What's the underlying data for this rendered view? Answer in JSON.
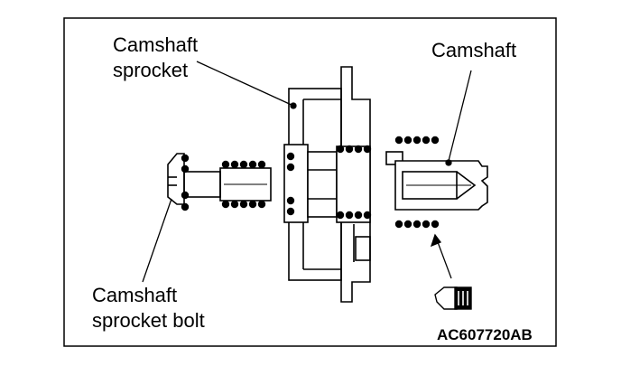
{
  "labels": {
    "camshaft_sprocket": [
      "Camshaft",
      "sprocket"
    ],
    "camshaft": "Camshaft",
    "camshaft_sprocket_bolt": [
      "Camshaft",
      "sprocket bolt"
    ]
  },
  "figure_code": "AC607720AB",
  "icons": {
    "apply_grease": "oil-can-icon"
  },
  "colors": {
    "line": "#000000",
    "background": "#ffffff"
  }
}
